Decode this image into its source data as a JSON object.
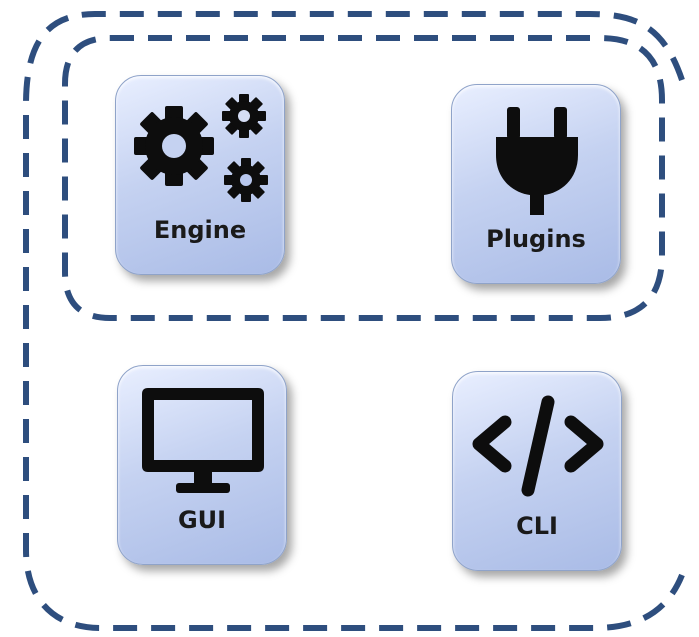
{
  "diagram": {
    "outer_boundary": "outer-dashed-boundary",
    "inner_boundary": "inner-dashed-boundary",
    "boundary_color": "#2e4e7e",
    "tile_colors": [
      "#e9efff",
      "#a9bbe6"
    ],
    "components": [
      {
        "id": "engine",
        "label": "Engine",
        "icon": "gears-icon"
      },
      {
        "id": "plugins",
        "label": "Plugins",
        "icon": "plug-icon"
      },
      {
        "id": "gui",
        "label": "GUI",
        "icon": "monitor-icon"
      },
      {
        "id": "cli",
        "label": "CLI",
        "icon": "code-icon"
      }
    ]
  }
}
